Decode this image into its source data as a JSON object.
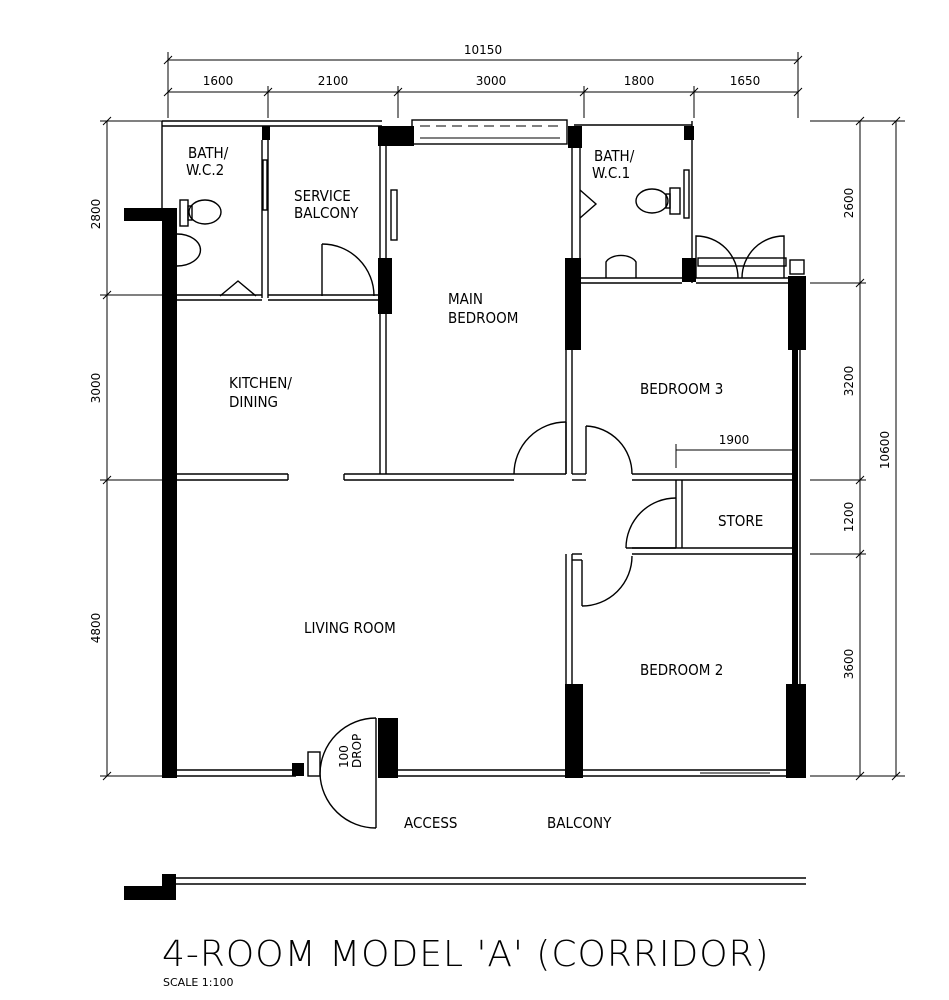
{
  "rooms": {
    "bath2": [
      "BATH/",
      "W.C.2"
    ],
    "service_balcony": [
      "SERVICE",
      "BALCONY"
    ],
    "main_bedroom": [
      "MAIN",
      "BEDROOM"
    ],
    "bath1": [
      "BATH/",
      "W.C.1"
    ],
    "kitchen_dining": [
      "KITCHEN/",
      "DINING"
    ],
    "bedroom3": "BEDROOM 3",
    "store": "STORE",
    "living_room": "LIVING ROOM",
    "bedroom2": "BEDROOM 2",
    "drop": [
      "100",
      "DROP"
    ],
    "access": "ACCESS",
    "balcony": "BALCONY"
  },
  "dimensions": {
    "overall_width": "10150",
    "top": [
      "1600",
      "2100",
      "3000",
      "1800",
      "1650"
    ],
    "left": [
      "2800",
      "3000",
      "4800"
    ],
    "right": [
      "2600",
      "3200",
      "1200",
      "3600"
    ],
    "overall_height": "10600",
    "store_width": "1900"
  },
  "title": "4-ROOM MODEL 'A' (CORRIDOR)",
  "scale": "SCALE  1:100"
}
